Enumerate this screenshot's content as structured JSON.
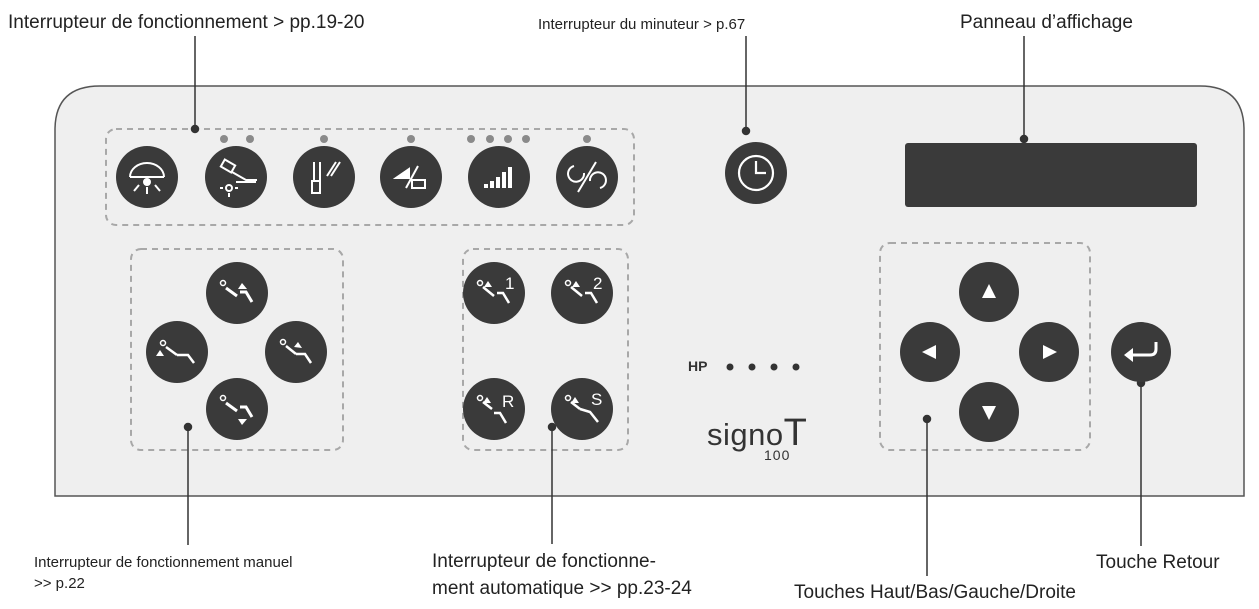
{
  "labels": {
    "operation_switch": "Interrupteur de fonctionnement > pp.19-20",
    "timer_switch": "Interrupteur du minuteur > p.67",
    "display_panel": "Panneau d’affichage",
    "manual_switch_line1": "Interrupteur de fonctionnement manuel",
    "manual_switch_line2": ">> p.22",
    "auto_switch_line1": "Interrupteur de fonctionne-",
    "auto_switch_line2": "ment automatique >> pp.23-24",
    "arrow_keys": "Touches Haut/Bas/Gauche/Droite",
    "return_key": "Touche Retour"
  },
  "panel": {
    "hp_label": "HP",
    "brand": "signo",
    "brand_suffix": "T",
    "model": "100",
    "auto_buttons": {
      "a1": "1",
      "a2": "2",
      "r": "R",
      "s": "S"
    }
  },
  "colors": {
    "panel_bg": "#efefef",
    "button": "#3a3a3a",
    "leader": "#333333",
    "display": "#3a3a3a",
    "dashed": "#a8a8a8",
    "indicator": "#8a8a8a"
  }
}
